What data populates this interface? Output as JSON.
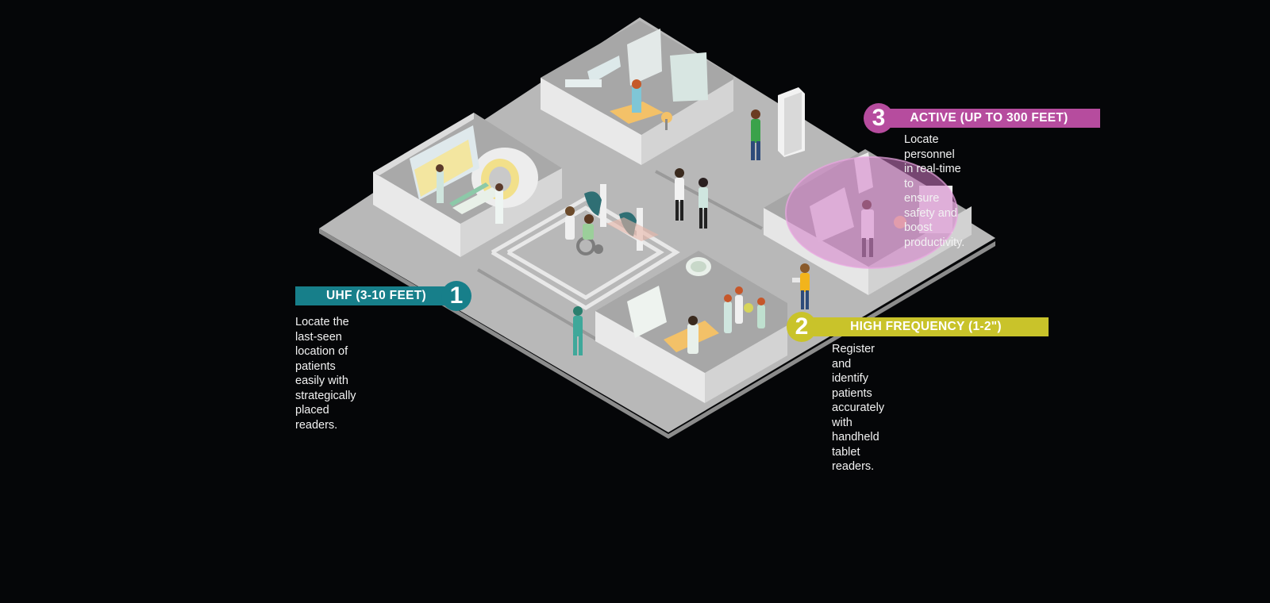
{
  "callouts": [
    {
      "number": "1",
      "title": "UHF (3-10 FEET)",
      "lines": [
        "Locate the last-seen location of",
        "patients easily with strategically",
        "placed readers."
      ],
      "color": "#177f8a"
    },
    {
      "number": "2",
      "title": "HIGH FREQUENCY (1-2\")",
      "lines": [
        "Register and identify patients accurately",
        "with handheld tablet readers."
      ],
      "color": "#c9c32a"
    },
    {
      "number": "3",
      "title": "ACTIVE (UP TO 300 FEET)",
      "lines": [
        "Locate personnel in real-time to",
        "ensure safety and boost productivity."
      ],
      "color": "#b64c9e"
    }
  ],
  "colors": {
    "background": "#050608",
    "floor": "#b3b3b3",
    "walls": "#e6e6e6",
    "active_zone": "#d47bc8"
  },
  "icons": [
    "mri-scanner-icon",
    "wheelchair-icon",
    "rfid-gate-icon",
    "tablet-reader-icon",
    "surgical-lamp-icon"
  ]
}
